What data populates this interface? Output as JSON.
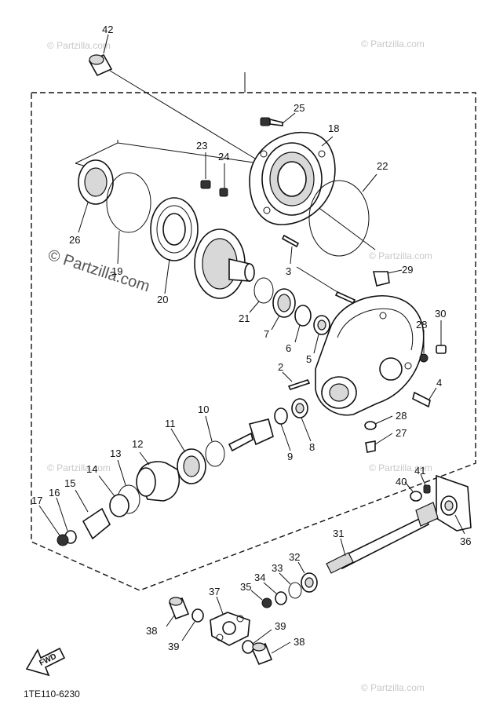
{
  "watermarks": {
    "main": "© Partzilla.com",
    "small": "© Partzilla.com"
  },
  "drawing_code": "1TE110-6230",
  "fwd_arrow_label": "FWD",
  "part_numbers": [
    "42",
    "25",
    "18",
    "23",
    "24",
    "22",
    "26",
    "19",
    "20",
    "3",
    "29",
    "21",
    "7",
    "6",
    "5",
    "28",
    "30",
    "2",
    "4",
    "10",
    "11",
    "12",
    "13",
    "14",
    "15",
    "16",
    "17",
    "9",
    "8",
    "28",
    "27",
    "41",
    "40",
    "36",
    "31",
    "32",
    "33",
    "34",
    "35",
    "37",
    "38",
    "39",
    "39",
    "38"
  ]
}
